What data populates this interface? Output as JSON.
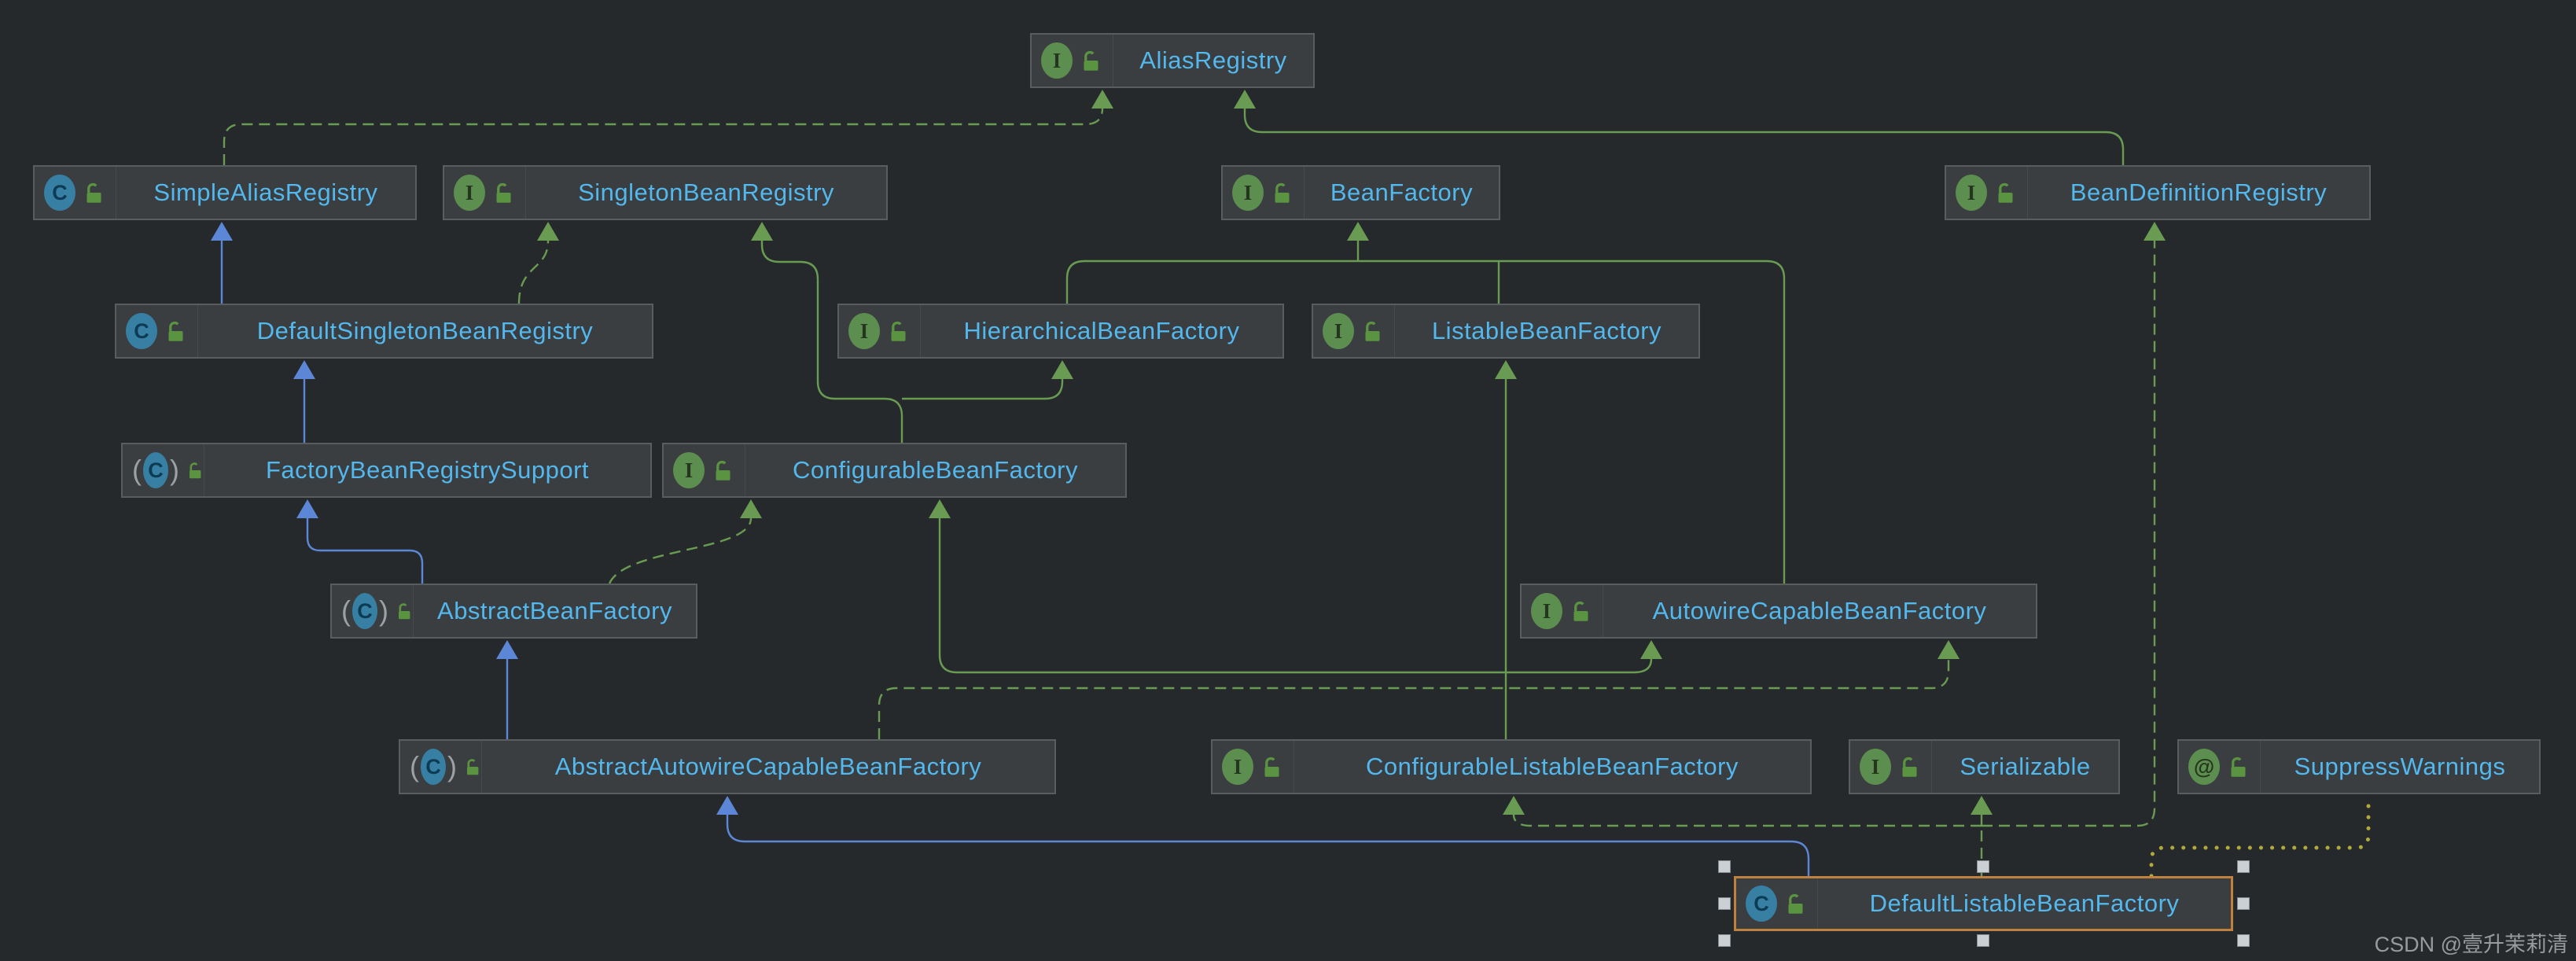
{
  "diagram": {
    "kind": "uml-class-diagram",
    "subject": "Spring BeanFactory class hierarchy"
  },
  "nodes": {
    "alias_registry": {
      "label": "AliasRegistry",
      "stereotype": "interface"
    },
    "simple_alias_registry": {
      "label": "SimpleAliasRegistry",
      "stereotype": "class"
    },
    "singleton_bean_registry": {
      "label": "SingletonBeanRegistry",
      "stereotype": "interface"
    },
    "bean_factory": {
      "label": "BeanFactory",
      "stereotype": "interface"
    },
    "bean_definition_registry": {
      "label": "BeanDefinitionRegistry",
      "stereotype": "interface"
    },
    "default_singleton_bean_registry": {
      "label": "DefaultSingletonBeanRegistry",
      "stereotype": "class"
    },
    "hierarchical_bean_factory": {
      "label": "HierarchicalBeanFactory",
      "stereotype": "interface"
    },
    "listable_bean_factory": {
      "label": "ListableBeanFactory",
      "stereotype": "interface"
    },
    "factory_bean_registry_support": {
      "label": "FactoryBeanRegistrySupport",
      "stereotype": "abstract-class"
    },
    "configurable_bean_factory": {
      "label": "ConfigurableBeanFactory",
      "stereotype": "interface"
    },
    "abstract_bean_factory": {
      "label": "AbstractBeanFactory",
      "stereotype": "abstract-class"
    },
    "autowire_capable_bean_factory": {
      "label": "AutowireCapableBeanFactory",
      "stereotype": "interface"
    },
    "abstract_autowire_capable_bean_factory": {
      "label": "AbstractAutowireCapableBeanFactory",
      "stereotype": "abstract-class"
    },
    "configurable_listable_bean_factory": {
      "label": "ConfigurableListableBeanFactory",
      "stereotype": "interface"
    },
    "serializable": {
      "label": "Serializable",
      "stereotype": "interface"
    },
    "suppress_warnings": {
      "label": "SuppressWarnings",
      "stereotype": "annotation"
    },
    "default_listable_bean_factory": {
      "label": "DefaultListableBeanFactory",
      "stereotype": "class",
      "selected": true
    }
  },
  "icons": {
    "interface_letter": "I",
    "class_letter": "C",
    "annotation_letter": "@",
    "abstract_paren_left": "(",
    "abstract_paren_right": ")",
    "visibility": "public-unlocked-icon"
  },
  "edges": [
    {
      "from": "SimpleAliasRegistry",
      "to": "AliasRegistry",
      "relation": "implements"
    },
    {
      "from": "BeanDefinitionRegistry",
      "to": "AliasRegistry",
      "relation": "extends"
    },
    {
      "from": "DefaultSingletonBeanRegistry",
      "to": "SimpleAliasRegistry",
      "relation": "extends"
    },
    {
      "from": "DefaultSingletonBeanRegistry",
      "to": "SingletonBeanRegistry",
      "relation": "implements"
    },
    {
      "from": "ConfigurableBeanFactory",
      "to": "SingletonBeanRegistry",
      "relation": "extends"
    },
    {
      "from": "ConfigurableBeanFactory",
      "to": "HierarchicalBeanFactory",
      "relation": "extends"
    },
    {
      "from": "HierarchicalBeanFactory",
      "to": "BeanFactory",
      "relation": "extends"
    },
    {
      "from": "ListableBeanFactory",
      "to": "BeanFactory",
      "relation": "extends"
    },
    {
      "from": "AutowireCapableBeanFactory",
      "to": "BeanFactory",
      "relation": "extends"
    },
    {
      "from": "FactoryBeanRegistrySupport",
      "to": "DefaultSingletonBeanRegistry",
      "relation": "extends"
    },
    {
      "from": "AbstractBeanFactory",
      "to": "FactoryBeanRegistrySupport",
      "relation": "extends"
    },
    {
      "from": "AbstractBeanFactory",
      "to": "ConfigurableBeanFactory",
      "relation": "implements"
    },
    {
      "from": "AbstractAutowireCapableBeanFactory",
      "to": "AbstractBeanFactory",
      "relation": "extends"
    },
    {
      "from": "AbstractAutowireCapableBeanFactory",
      "to": "AutowireCapableBeanFactory",
      "relation": "implements"
    },
    {
      "from": "ConfigurableListableBeanFactory",
      "to": "ListableBeanFactory",
      "relation": "extends"
    },
    {
      "from": "ConfigurableListableBeanFactory",
      "to": "AutowireCapableBeanFactory",
      "relation": "extends"
    },
    {
      "from": "ConfigurableListableBeanFactory",
      "to": "ConfigurableBeanFactory",
      "relation": "extends"
    },
    {
      "from": "DefaultListableBeanFactory",
      "to": "AbstractAutowireCapableBeanFactory",
      "relation": "extends"
    },
    {
      "from": "DefaultListableBeanFactory",
      "to": "ConfigurableListableBeanFactory",
      "relation": "implements"
    },
    {
      "from": "DefaultListableBeanFactory",
      "to": "BeanDefinitionRegistry",
      "relation": "implements"
    },
    {
      "from": "DefaultListableBeanFactory",
      "to": "Serializable",
      "relation": "implements"
    },
    {
      "from": "DefaultListableBeanFactory",
      "to": "SuppressWarnings",
      "relation": "annotated-with"
    }
  ],
  "colors": {
    "background": "#26292b",
    "node_fill": "#3b3e40",
    "node_border": "#595d5f",
    "node_label": "#52b8ee",
    "extends_class_edge": "#5c86d6",
    "interface_edge": "#699b52",
    "annotation_edge": "#b1aa3a",
    "selection_border": "#c0803e"
  },
  "watermark": "CSDN @壹升茉莉清"
}
